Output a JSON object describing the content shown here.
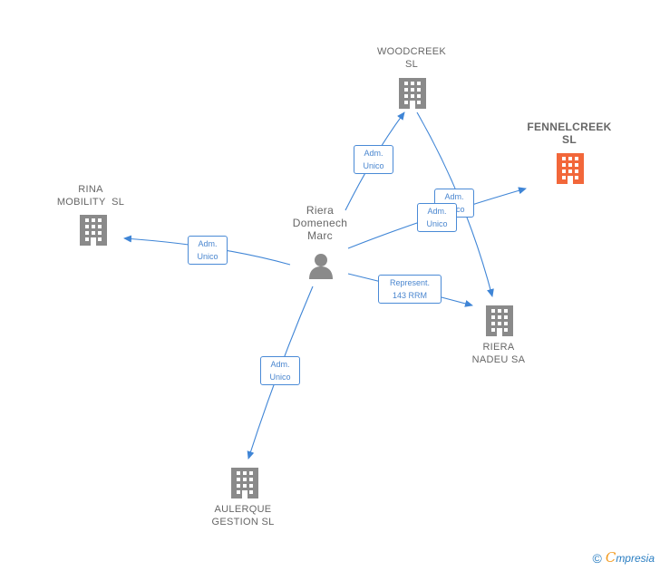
{
  "colors": {
    "edge": "#3f85d6",
    "building": "#8a8a8a",
    "building_focus": "#f2673a",
    "person": "#8a8a8a"
  },
  "nodes": {
    "person": {
      "name_lines": [
        "Riera",
        "Domenech",
        "Marc"
      ],
      "icon": "person-icon"
    },
    "woodcreek": {
      "name_lines": [
        "WOODCREEK",
        "SL"
      ],
      "icon": "building-icon"
    },
    "fennelcreek": {
      "name_lines": [
        "FENNELCREEK",
        "SL"
      ],
      "icon": "building-icon"
    },
    "rina": {
      "name_lines": [
        "RINA",
        "MOBILITY  SL"
      ],
      "icon": "building-icon"
    },
    "riera_nadeu": {
      "name_lines": [
        "RIERA",
        "NADEU SA"
      ],
      "icon": "building-icon"
    },
    "aulerque": {
      "name_lines": [
        "AULERQUE",
        "GESTION SL"
      ],
      "icon": "building-icon"
    }
  },
  "edges": {
    "to_woodcreek": [
      "Adm.",
      "Unico"
    ],
    "woodcreek_to_nadeu": [
      "Adm.",
      "Unico"
    ],
    "to_fennelcreek": [
      "Adm.",
      "Unico"
    ],
    "to_rina": [
      "Adm.",
      "Unico"
    ],
    "to_nadeu": [
      "Represent.",
      "143 RRM"
    ],
    "to_aulerque": [
      "Adm.",
      "Unico"
    ]
  },
  "brand": {
    "copyright": "©",
    "e": "C",
    "rest": "mpresia"
  }
}
